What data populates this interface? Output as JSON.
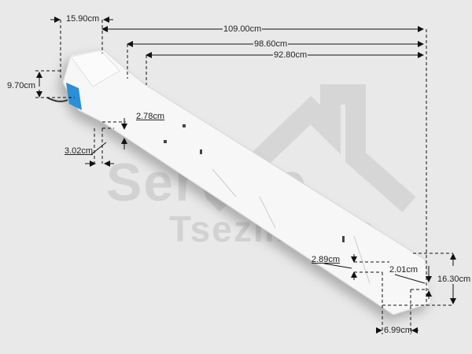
{
  "watermark": {
    "line1": "Service",
    "line2": "Tsezmetzis"
  },
  "dimensions": {
    "width_top": "15.90cm",
    "length_total": "109.00cm",
    "length_mid": "98.60cm",
    "length_inner": "92.80cm",
    "height_end": "9.70cm",
    "notch_height": "2.78cm",
    "notch_width": "3.02cm",
    "slot_height": "2.89cm",
    "tab_height": "2.01cm",
    "end_height": "16.30cm",
    "end_width": "6.99cm"
  },
  "colors": {
    "background": "#e9e9e9",
    "part": "#f7f7f7",
    "connector": "#2a8fd6",
    "watermark": "#d2d2d2"
  }
}
